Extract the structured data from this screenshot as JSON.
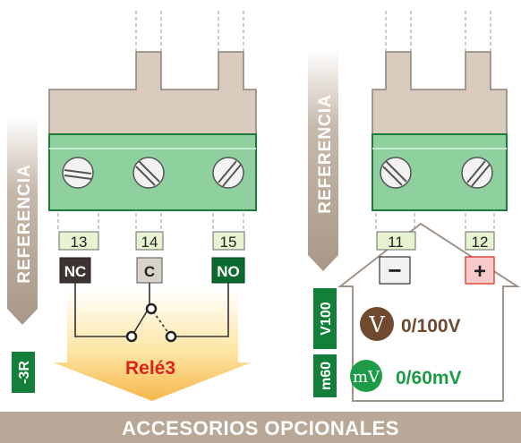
{
  "left_block": {
    "reference_label": "REFERENCIA",
    "model_code": "-3R",
    "relay_label": "Relé3",
    "terminals": [
      {
        "number": "13",
        "function": "NC"
      },
      {
        "number": "14",
        "function": "C"
      },
      {
        "number": "15",
        "function": "NO"
      }
    ]
  },
  "right_block": {
    "reference_label": "REFERENCIA",
    "terminals": [
      {
        "number": "11",
        "function": "−"
      },
      {
        "number": "12",
        "function": "+"
      }
    ],
    "inputs": [
      {
        "code": "V100",
        "symbol": "V",
        "range": "0/100V"
      },
      {
        "code": "m60",
        "symbol": "mV",
        "range": "0/60mV"
      }
    ]
  },
  "footer": {
    "banner": "ACCESORIOS OPCIONALES"
  },
  "colors": {
    "housing": "#d9cbbd",
    "terminal_green": "#8fd19e",
    "reference_arrow": "#b8a898",
    "nc_badge": "#3d3431",
    "c_badge": "#d8d2cb",
    "no_badge": "#0b6b2e",
    "plus_badge": "#f7caca",
    "relay_text": "#d9241c",
    "code_green": "#13803a",
    "voltage_circle": "#6f4a2e",
    "millivolt_circle": "#1d9b47",
    "banner": "#b9a898"
  }
}
